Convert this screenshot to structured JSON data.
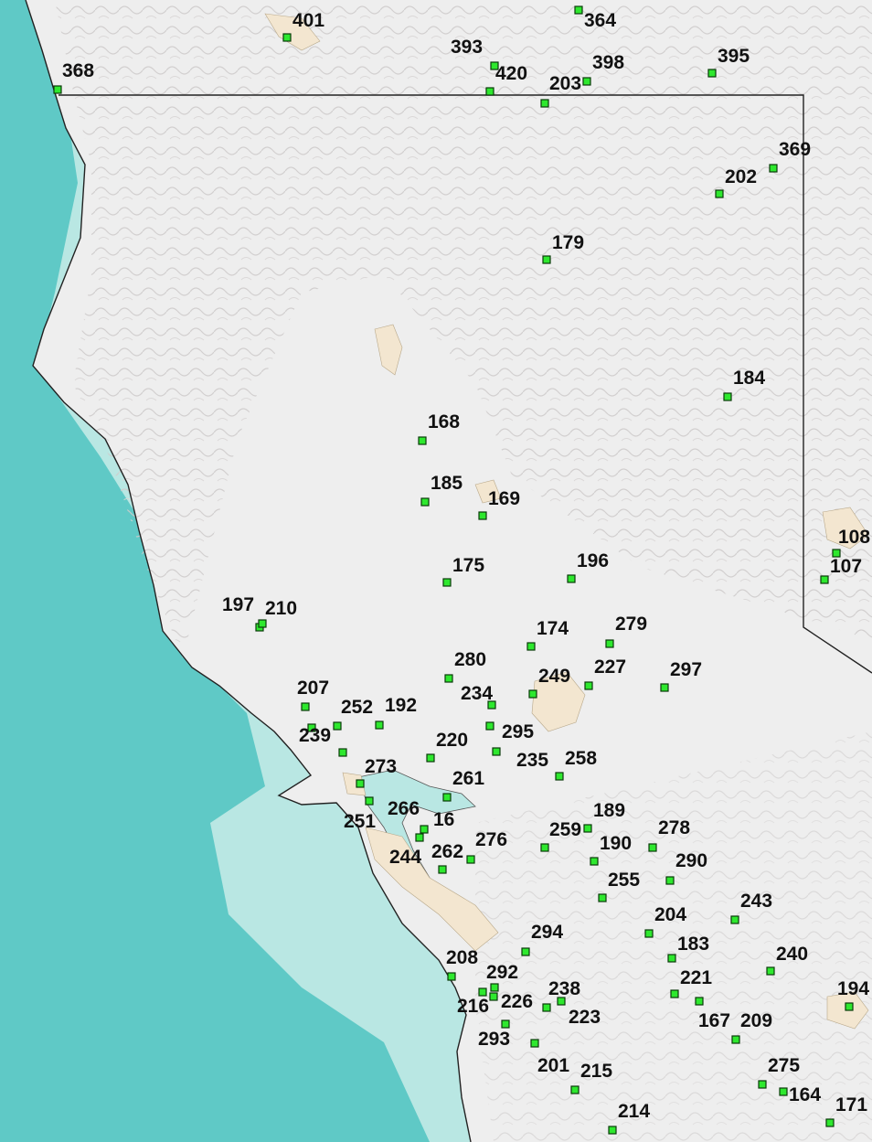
{
  "map": {
    "colors": {
      "ocean_deep": "#5fc9c6",
      "ocean_shelf": "#b9e7e3",
      "land": "#eeeeee",
      "relief": "#c9c6c6",
      "urban": "#f3e6d0",
      "marker": "#2ee82e",
      "boundary": "#222222"
    },
    "stations": [
      {
        "id": "401"
      },
      {
        "id": "364"
      },
      {
        "id": "393"
      },
      {
        "id": "398"
      },
      {
        "id": "395"
      },
      {
        "id": "368"
      },
      {
        "id": "420"
      },
      {
        "id": "203"
      },
      {
        "id": "369"
      },
      {
        "id": "202"
      },
      {
        "id": "179"
      },
      {
        "id": "184"
      },
      {
        "id": "168"
      },
      {
        "id": "185"
      },
      {
        "id": "169"
      },
      {
        "id": "108"
      },
      {
        "id": "107"
      },
      {
        "id": "175"
      },
      {
        "id": "196"
      },
      {
        "id": "197"
      },
      {
        "id": "210"
      },
      {
        "id": "174"
      },
      {
        "id": "279"
      },
      {
        "id": "280"
      },
      {
        "id": "227"
      },
      {
        "id": "297"
      },
      {
        "id": "249"
      },
      {
        "id": "207"
      },
      {
        "id": "234"
      },
      {
        "id": "252"
      },
      {
        "id": "192"
      },
      {
        "id": "239"
      },
      {
        "id": "295"
      },
      {
        "id": "220"
      },
      {
        "id": "235"
      },
      {
        "id": "258"
      },
      {
        "id": "273"
      },
      {
        "id": "261"
      },
      {
        "id": "189"
      },
      {
        "id": "266"
      },
      {
        "id": "251"
      },
      {
        "id": "16"
      },
      {
        "id": "278"
      },
      {
        "id": "276"
      },
      {
        "id": "259"
      },
      {
        "id": "190"
      },
      {
        "id": "244"
      },
      {
        "id": "262"
      },
      {
        "id": "290"
      },
      {
        "id": "255"
      },
      {
        "id": "243"
      },
      {
        "id": "204"
      },
      {
        "id": "294"
      },
      {
        "id": "183"
      },
      {
        "id": "240"
      },
      {
        "id": "208"
      },
      {
        "id": "292"
      },
      {
        "id": "221"
      },
      {
        "id": "238"
      },
      {
        "id": "194"
      },
      {
        "id": "216"
      },
      {
        "id": "226"
      },
      {
        "id": "223"
      },
      {
        "id": "167"
      },
      {
        "id": "209"
      },
      {
        "id": "293"
      },
      {
        "id": "275"
      },
      {
        "id": "201"
      },
      {
        "id": "215"
      },
      {
        "id": "164"
      },
      {
        "id": "171"
      },
      {
        "id": "214"
      }
    ]
  }
}
